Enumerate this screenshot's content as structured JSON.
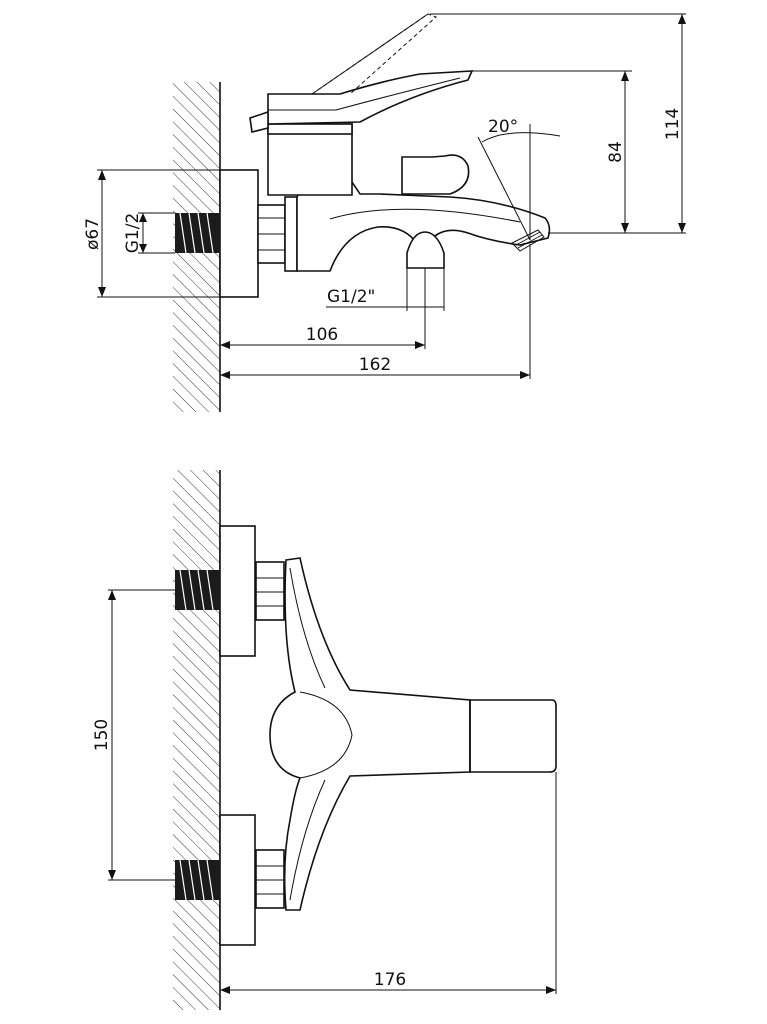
{
  "labels": {
    "top_dim_total_height": "114",
    "top_dim_spout_height": "84",
    "top_dim_angle": "20°",
    "top_dim_diameter": "ø67",
    "top_dim_inlet_thread": "G1/2",
    "top_dim_outlet_thread": "G1/2\"",
    "top_dim_outlet_offset": "106",
    "top_dim_spout_reach": "162",
    "bottom_dim_inlet_spacing": "150",
    "bottom_dim_overall_length": "176"
  }
}
